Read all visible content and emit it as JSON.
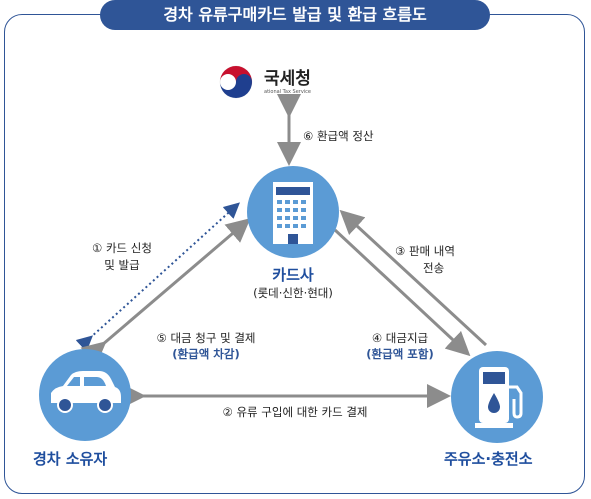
{
  "title": "경차 유류구매카드 발급 및 환급 흐름도",
  "colors": {
    "primary": "#2f5597",
    "circle": "#5b9bd5",
    "arrow": "#8c8c8c",
    "dotted": "#2f5597"
  },
  "nodes": {
    "nts": {
      "name": "국세청",
      "sub": "ational Tax Service",
      "icon": "nts-logo"
    },
    "card_company": {
      "name": "카드사",
      "sub": "(롯데·신한·현대)",
      "icon": "building-icon"
    },
    "owner": {
      "name": "경차 소유자",
      "icon": "car-icon"
    },
    "station": {
      "name": "주유소·충전소",
      "icon": "fuel-pump-icon"
    }
  },
  "steps": {
    "s1": {
      "line1": "① 카드 신청",
      "line2": "및 발급"
    },
    "s2": {
      "line1": "② 유류 구입에 대한 카드 결제"
    },
    "s3": {
      "line1": "③ 판매 내역",
      "line2": "전송"
    },
    "s4": {
      "line1": "④ 대금지급",
      "line2": "(환급액 포함)"
    },
    "s5": {
      "line1": "⑤ 대금 청구 및 결제",
      "line2": "(환급액 차감)"
    },
    "s6": {
      "line1": "⑥ 환급액 정산"
    }
  }
}
